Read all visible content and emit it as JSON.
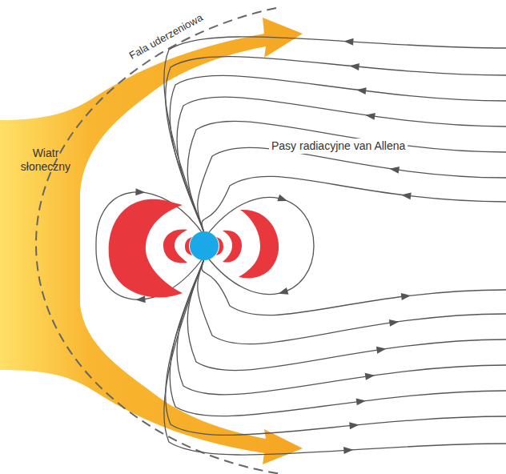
{
  "diagram": {
    "labels": [
      "Fala uderzeniowa",
      "Wiatr słoneczny",
      "Pasy radiacyjne van Allena"
    ]
  }
}
